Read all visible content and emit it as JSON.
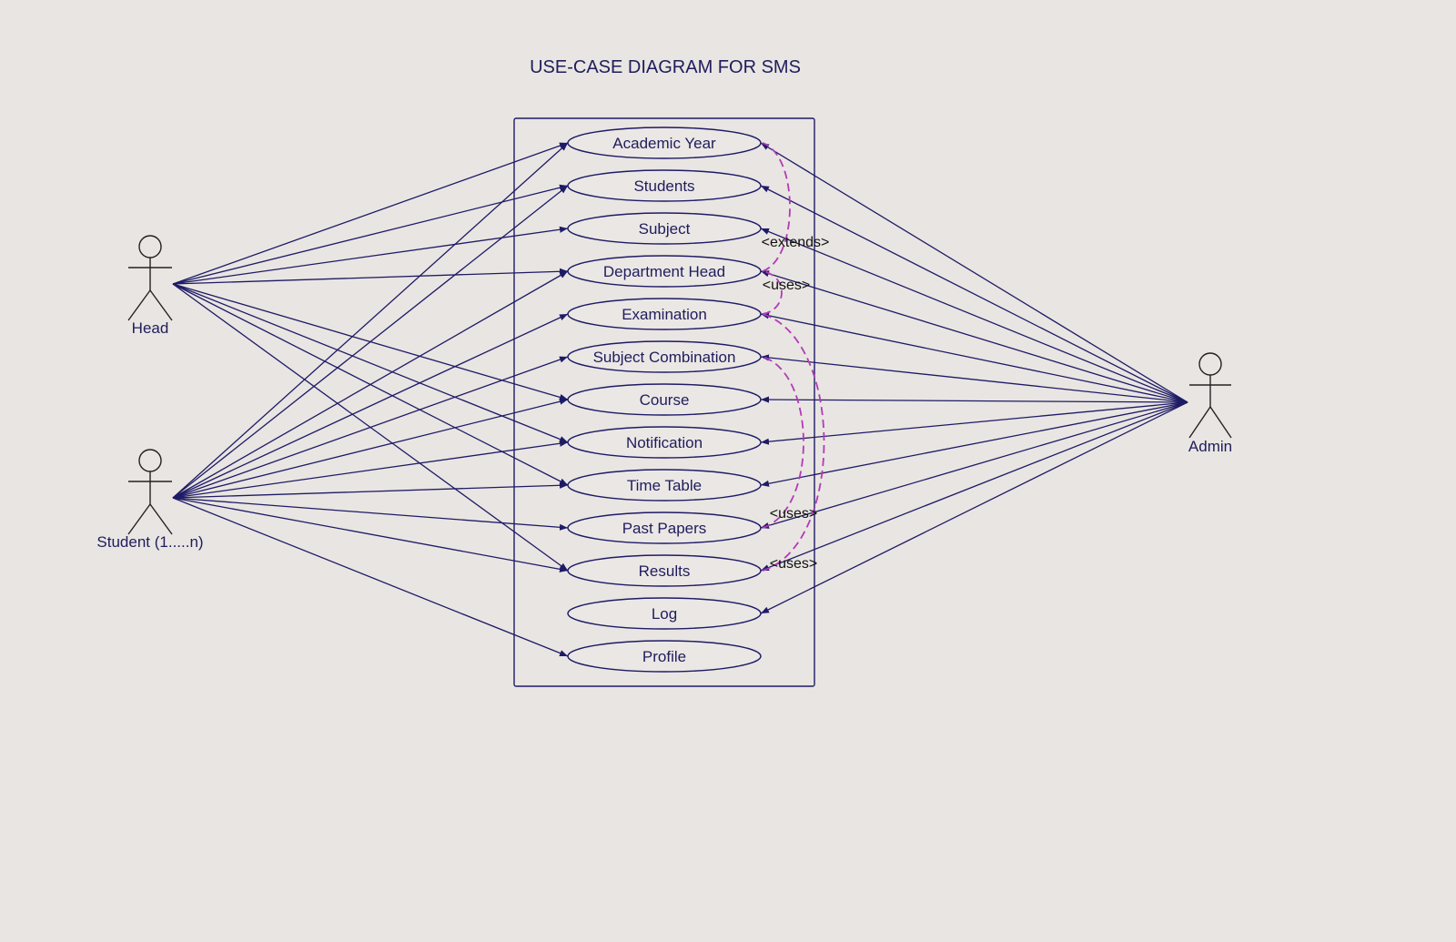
{
  "title": "USE-CASE DIAGRAM FOR SMS",
  "actors": {
    "head": "Head",
    "student": "Student (1.....n)",
    "admin": "Admin"
  },
  "use_cases": [
    "Academic Year",
    "Students",
    "Subject",
    "Department Head",
    "Examination",
    "Subject Combination",
    "Course",
    "Notification",
    "Time Table",
    "Past Papers",
    "Results",
    "Log",
    "Profile"
  ],
  "associations": {
    "head": [
      "Academic Year",
      "Students",
      "Subject",
      "Department Head",
      "Course",
      "Notification",
      "Time Table",
      "Results"
    ],
    "student": [
      "Academic Year",
      "Students",
      "Department Head",
      "Examination",
      "Subject Combination",
      "Course",
      "Notification",
      "Time Table",
      "Past Papers",
      "Results",
      "Profile"
    ],
    "admin": [
      "Academic Year",
      "Students",
      "Subject",
      "Department Head",
      "Examination",
      "Subject Combination",
      "Course",
      "Notification",
      "Time Table",
      "Past Papers",
      "Results",
      "Log"
    ]
  },
  "relationships": [
    {
      "label": "<extends>",
      "from": "Department Head",
      "to": "Academic Year"
    },
    {
      "label": "<uses>",
      "from": "Examination",
      "to": "Department Head"
    },
    {
      "label": "<uses>",
      "from": "Past Papers",
      "to": "Subject Combination"
    },
    {
      "label": "<uses>",
      "from": "Results",
      "to": "Examination"
    }
  ],
  "colors": {
    "line": "#1e1b66",
    "text": "#1f1d5c",
    "dependency": "#b23ab8",
    "background": "#e9e5e2"
  }
}
